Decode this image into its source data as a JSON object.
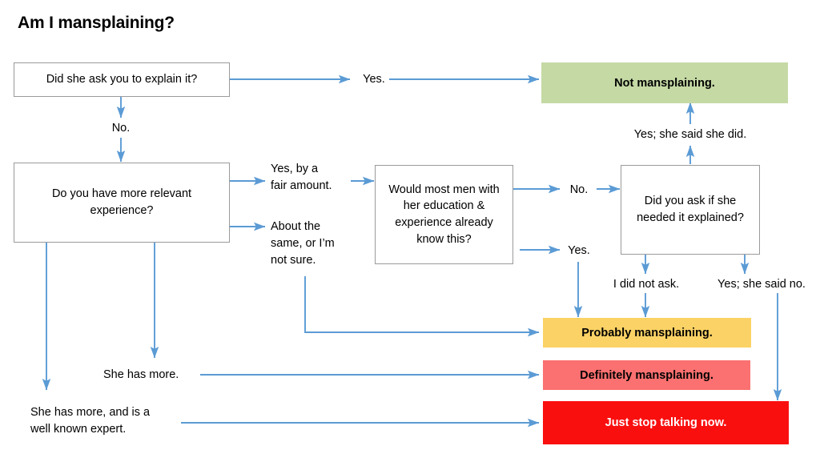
{
  "title": "Am I mansplaining?",
  "colors": {
    "connector": "#5B9BD5",
    "box_border": "#9A9A9A",
    "box_fill": "#FFFFFF",
    "not_mansplaining": "#C5D9A5",
    "probably_mansplaining": "#FBD265",
    "definitely_mansplaining": "#FB7070",
    "just_stop_talking": "#FA0F0F",
    "text": "#000000",
    "text_on_red": "#FFFFFF",
    "background": "#FFFFFF"
  },
  "questions": [
    {
      "id": "q1",
      "text": "Did she ask you to explain it?"
    },
    {
      "id": "q2",
      "text": "Do you have more relevant\nexperience?"
    },
    {
      "id": "q3",
      "text": "Would most men\nwith her education\n& experience\nalready know this?"
    },
    {
      "id": "q4",
      "text": "Did you ask if\nshe needed it\nexplained?"
    }
  ],
  "results": [
    {
      "id": "r1",
      "text": "Not mansplaining."
    },
    {
      "id": "r2",
      "text": "Probably mansplaining."
    },
    {
      "id": "r3",
      "text": "Definitely mansplaining."
    },
    {
      "id": "r4",
      "text": "Just stop talking now."
    }
  ],
  "edge_labels": [
    {
      "id": "e_yes_top",
      "text": "Yes."
    },
    {
      "id": "e_no_down",
      "text": "No."
    },
    {
      "id": "e_yes_fair",
      "text": "Yes, by a\nfair amount."
    },
    {
      "id": "e_about_same",
      "text": "About the\nsame, or I’m\nnot sure."
    },
    {
      "id": "e_no_mid",
      "text": "No."
    },
    {
      "id": "e_yes_mid",
      "text": "Yes."
    },
    {
      "id": "e_yes_said_did",
      "text": "Yes; she said she did."
    },
    {
      "id": "e_did_not_ask",
      "text": "I did not ask."
    },
    {
      "id": "e_yes_said_no",
      "text": "Yes; she said no."
    },
    {
      "id": "e_she_has_more",
      "text": "She has more."
    },
    {
      "id": "e_well_known",
      "text": "She has more, and is a\nwell known expert."
    }
  ]
}
